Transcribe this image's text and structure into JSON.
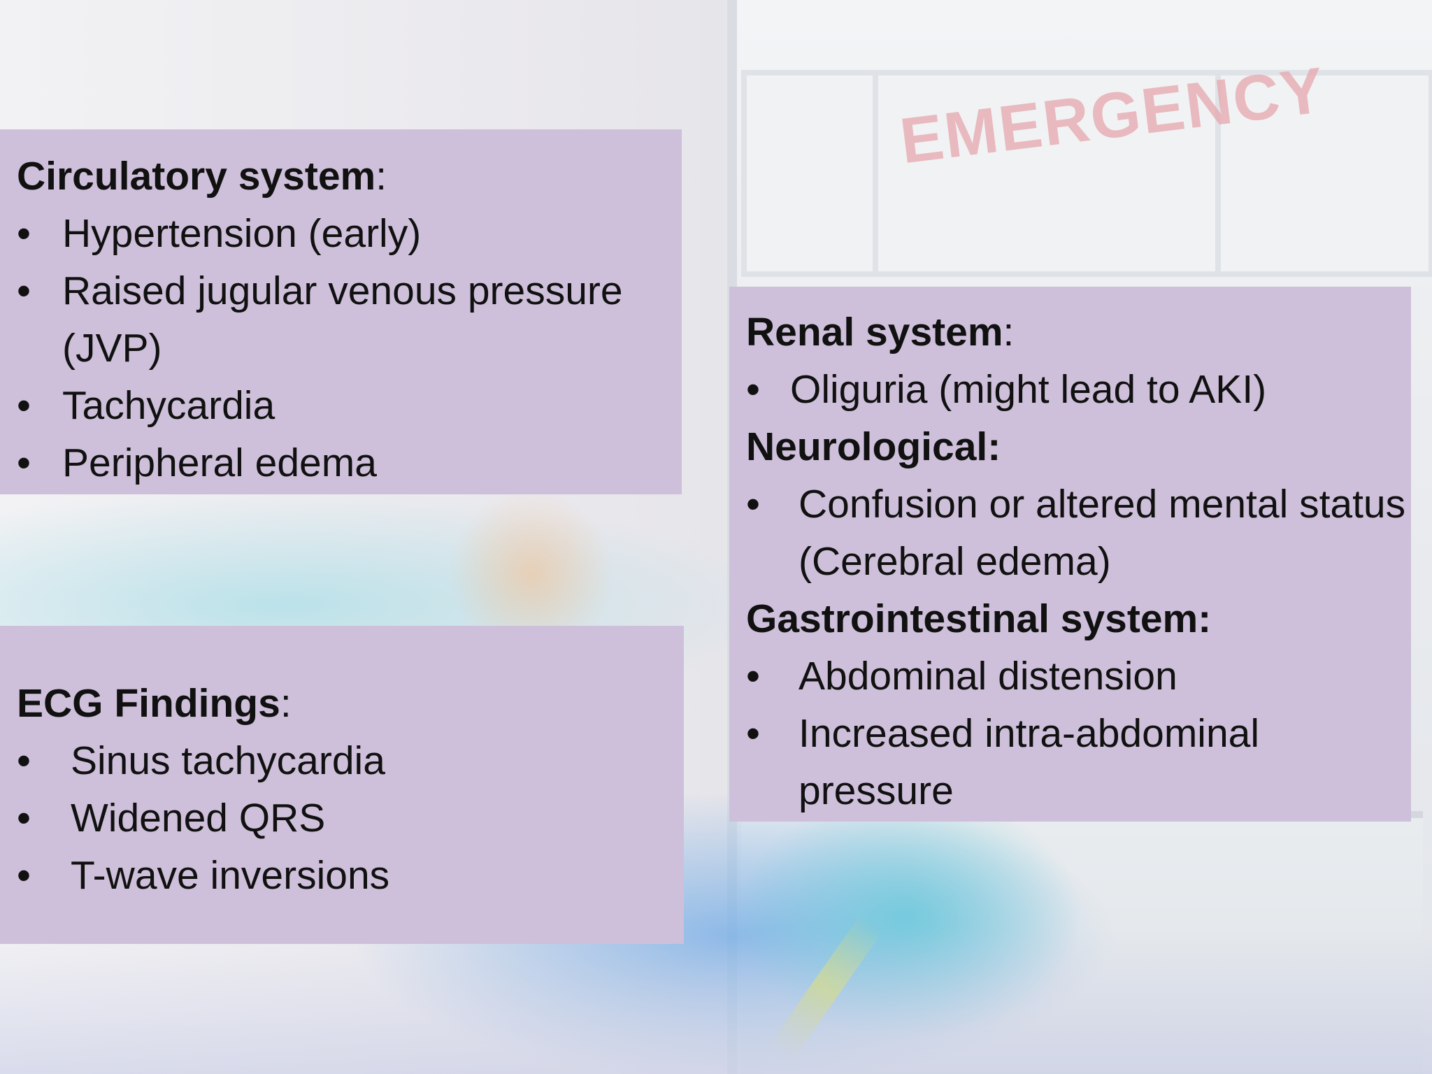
{
  "background": {
    "sign_text": "EMERGENCY",
    "panel_color": "#cec0da"
  },
  "circulatory": {
    "heading": "Circulatory system",
    "colon": ":",
    "bullet": "•",
    "items": [
      "Hypertension (early)",
      "Raised jugular venous pressure (JVP)",
      "Tachycardia",
      "Peripheral edema"
    ]
  },
  "ecg": {
    "heading": "ECG Findings",
    "colon": ":",
    "bullet": "•",
    "items": [
      "Sinus tachycardia",
      "Widened QRS",
      "T-wave inversions"
    ]
  },
  "renal": {
    "heading": "Renal system",
    "colon": ":",
    "bullet": "•",
    "items": [
      "Oliguria (might lead to AKI)"
    ]
  },
  "neurological": {
    "heading": "Neurological:",
    "bullet": "•",
    "items": [
      "Confusion or altered mental status (Cerebral edema)"
    ]
  },
  "gastrointestinal": {
    "heading": "Gastrointestinal system:",
    "bullet": "•",
    "items": [
      "Abdominal distension",
      "Increased intra-abdominal pressure"
    ]
  }
}
